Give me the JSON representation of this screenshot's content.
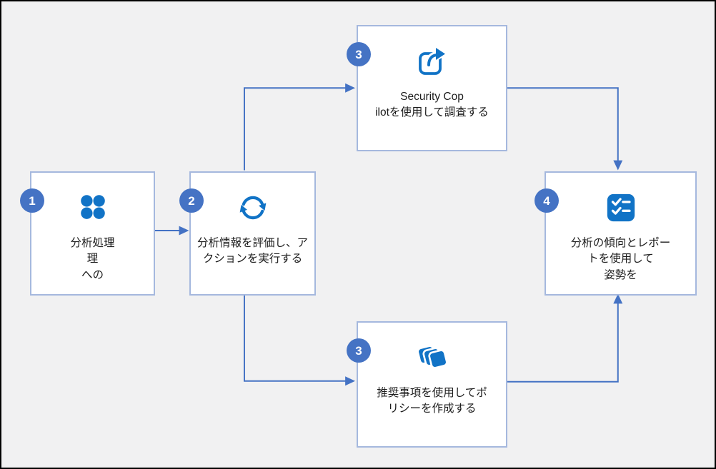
{
  "diagram": {
    "colors": {
      "background": "#f1f1f2",
      "connector": "#4472c4",
      "badge": "#4573c4",
      "icon": "#1173c6",
      "box_border": "#a5b8de",
      "text": "#1c1c1c"
    },
    "nodes": [
      {
        "id": "analytics",
        "step": "1",
        "icon": "dots-grid-icon",
        "label": "分析処理\n理\nへの"
      },
      {
        "id": "evaluate",
        "step": "2",
        "icon": "sync-arrows-icon",
        "label": "分析情報を評価し、ア\nクションを実行する"
      },
      {
        "id": "investigate",
        "step": "3",
        "icon": "share-arrow-icon",
        "label": "Security Cop\nilotを使用して調査する"
      },
      {
        "id": "policies",
        "step": "3",
        "icon": "layers-icon",
        "label": "推奨事項を使用してポ\nリシーを作成する"
      },
      {
        "id": "trends",
        "step": "4",
        "icon": "checklist-icon",
        "label": "分析の傾向とレポー\nトを使用して\n姿勢を"
      }
    ]
  }
}
